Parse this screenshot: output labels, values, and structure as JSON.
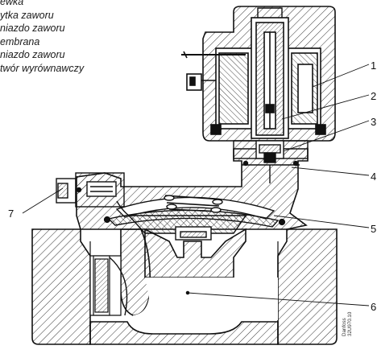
{
  "legend": [
    "ewka",
    "ytka zaworu",
    "niazdo zaworu",
    "embrana",
    "niazdo zaworu",
    "twór wyrównawczy"
  ],
  "callouts": [
    {
      "number": "1"
    },
    {
      "number": "2"
    },
    {
      "number": "3"
    },
    {
      "number": "4"
    },
    {
      "number": "5"
    },
    {
      "number": "6"
    },
    {
      "number": "7"
    }
  ],
  "drawing_code": {
    "brand": "Danfoss",
    "code": "32U970.10"
  },
  "colors": {
    "line": "#111111",
    "hatch": "#333333",
    "background": "#ffffff"
  }
}
